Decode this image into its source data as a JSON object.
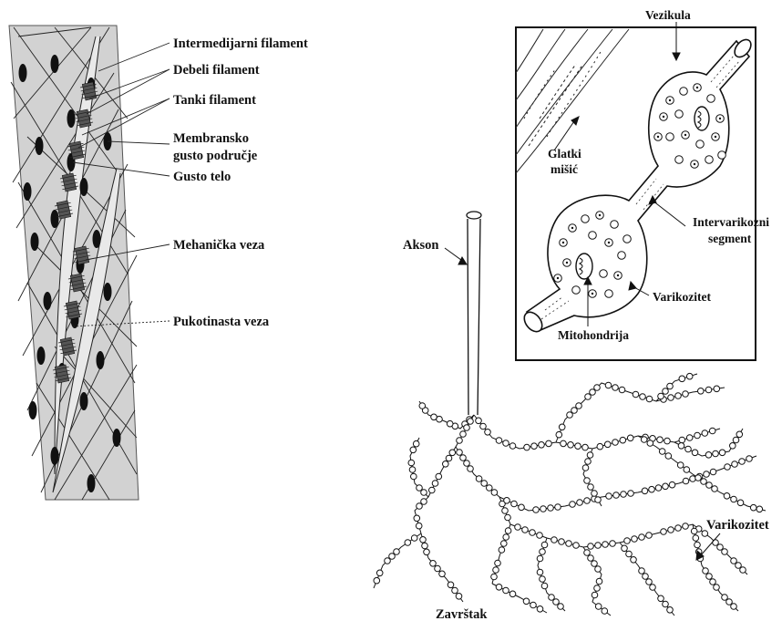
{
  "left_diagram": {
    "labels": {
      "intermediate_filament": "Intermedijarni filament",
      "thick_filament": "Debeli filament",
      "thin_filament": "Tanki filament",
      "membrane_dense_area_line1": "Membransko",
      "membrane_dense_area_line2": "gusto područje",
      "dense_body": "Gusto telo",
      "mechanical_junction": "Mehanička veza",
      "gap_junction": "Pukotinasta veza"
    }
  },
  "inset_diagram": {
    "labels": {
      "vesicle": "Vezikula",
      "smooth_muscle_line1": "Glatki",
      "smooth_muscle_line2": "mišić",
      "intervaricose_line1": "Intervarikozni",
      "intervaricose_line2": "segment",
      "varicosity": "Varikozitet",
      "mitochondrion": "Mitohondrija"
    }
  },
  "axon_diagram": {
    "labels": {
      "axon": "Akson",
      "varicosity": "Varikozitet",
      "terminal": "Završtak"
    }
  },
  "colors": {
    "cell_fill": "#d2d2d2",
    "ink": "#1a1a1a",
    "background": "#ffffff"
  }
}
